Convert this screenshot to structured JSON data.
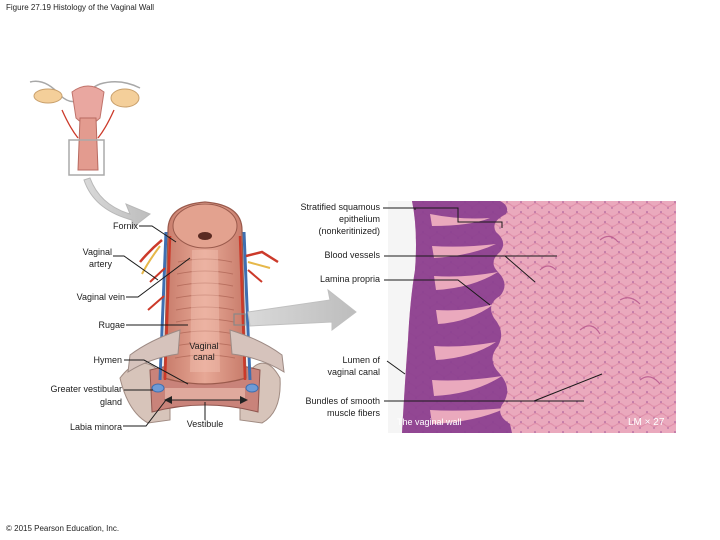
{
  "figure": {
    "title": "Figure 27.19 Histology of the Vaginal Wall",
    "copyright": "© 2015 Pearson Education, Inc."
  },
  "left_labels": {
    "fornix": "Fornix",
    "vaginal_artery_1": "Vaginal",
    "vaginal_artery_2": "artery",
    "vaginal_vein": "Vaginal vein",
    "rugae": "Rugae",
    "hymen": "Hymen",
    "greater_vestibular_1": "Greater vestibular",
    "greater_vestibular_2": "gland",
    "labia_minora": "Labia minora"
  },
  "center_labels": {
    "vaginal_canal_1": "Vaginal",
    "vaginal_canal_2": "canal",
    "vestibule": "Vestibule"
  },
  "right_labels": {
    "stratified_1": "Stratified squamous",
    "stratified_2": "epithelium",
    "stratified_3": "(nonkeritinized)",
    "blood_vessels": "Blood vessels",
    "lamina_propria": "Lamina propria",
    "lumen_1": "Lumen of",
    "lumen_2": "vaginal canal",
    "bundles_1": "Bundles of smooth",
    "bundles_2": "muscle fibers"
  },
  "micrograph": {
    "caption": "The vaginal wall",
    "magnification": "LM × 27"
  },
  "colors": {
    "tissue_pink": "#e8a0b4",
    "epithelium_purple": "#8a3f8f",
    "vagina_tissue": "#d9907e",
    "artery": "#cc3a2a",
    "vein": "#3f6fb0",
    "nerve": "#e6b84a"
  }
}
